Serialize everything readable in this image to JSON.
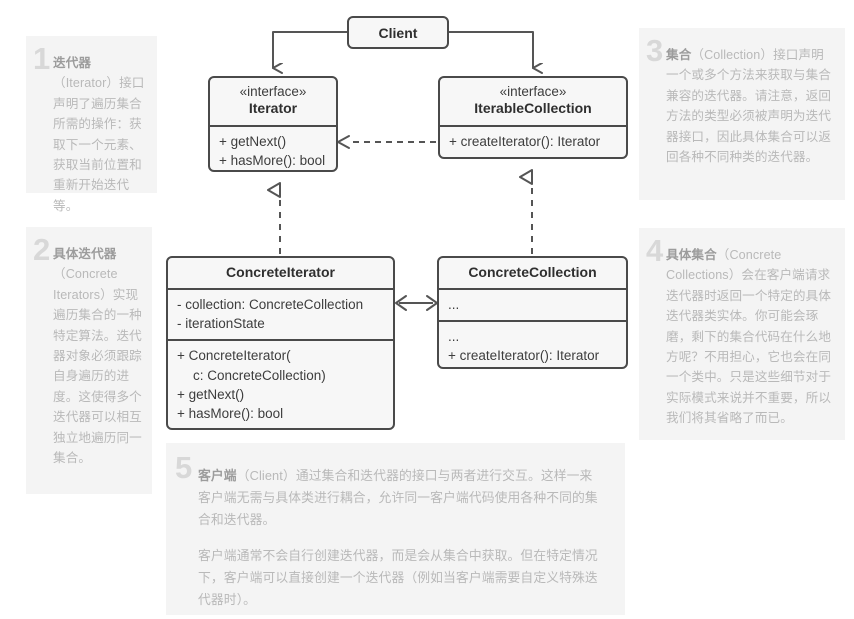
{
  "diagram": {
    "title": "Iterator Design Pattern UML (Chinese annotations)",
    "colors": {
      "box_fill": "#f7f7f7",
      "box_border": "#4a4a4a",
      "note_bg": "#f4f4f4",
      "note_text": "#b9b9b9",
      "note_number": "#d8d8d8",
      "edge": "#555555"
    }
  },
  "boxes": {
    "client": {
      "name": "Client",
      "stereotype": ""
    },
    "iterator": {
      "stereotype": "«interface»",
      "name": "Iterator",
      "methods": [
        "+ getNext()",
        "+ hasMore(): bool"
      ]
    },
    "iterable_collection": {
      "stereotype": "«interface»",
      "name": "IterableCollection",
      "methods": [
        "+ createIterator(): Iterator"
      ]
    },
    "concrete_iterator": {
      "name": "ConcreteIterator",
      "fields": [
        "- collection: ConcreteCollection",
        "- iterationState"
      ],
      "methods": [
        "+ ConcreteIterator(",
        "c: ConcreteCollection)",
        "+ getNext()",
        "+ hasMore(): bool"
      ]
    },
    "concrete_collection": {
      "name": "ConcreteCollection",
      "fields": [
        "..."
      ],
      "methods": [
        "...",
        "+ createIterator(): Iterator"
      ]
    }
  },
  "notes": [
    {
      "number": "1",
      "title": "迭代器",
      "body": "迭代器（Iterator）接口声明了遍历集合所需的操作：获取下一个元素、获取当前位置和重新开始迭代等。",
      "lead": "迭代器",
      "rest": "（Iterator）接口声明了遍历集合所需的操作：获取下一个元素、获取当前位置和重新开始迭代等。"
    },
    {
      "number": "2",
      "title": "具体迭代器",
      "body": "具体迭代器（Concrete Iterators）实现遍历集合的一种特定算法。迭代器对象必须跟踪自身遍历的进度。这使得多个迭代器可以相互独立地遍历同一集合。",
      "lead": "具体迭代器",
      "rest": "（Concrete Iterators）实现遍历集合的一种特定算法。迭代器对象必须跟踪自身遍历的进度。这使得多个迭代器可以相互独立地遍历同一集合。"
    },
    {
      "number": "3",
      "title": "集合",
      "body": "集合（Collection）接口声明一个或多个方法来获取与集合兼容的迭代器。请注意，返回方法的类型必须被声明为迭代器接口，因此具体集合可以返回各种不同种类的迭代器。",
      "lead": "集合",
      "rest": "（Collection）接口声明一个或多个方法来获取与集合兼容的迭代器。请注意，返回方法的类型必须被声明为迭代器接口，因此具体集合可以返回各种不同种类的迭代器。"
    },
    {
      "number": "4",
      "title": "具体集合",
      "body": "具体集合（Concrete Collections）会在客户端请求迭代器时返回一个特定的具体迭代器类实体。你可能会琢磨，剩下的集合代码在什么地方呢？不用担心，它也会在同一个类中。只是这些细节对于实际模式来说并不重要，所以我们将其省略了而已。",
      "lead": "具体集合",
      "rest": "（Concrete Collections）会在客户端请求迭代器时返回一个特定的具体迭代器类实体。你可能会琢磨，剩下的集合代码在什么地方呢？不用担心，它也会在同一个类中。只是这些细节对于实际模式来说并不重要，所以我们将其省略了而已。"
    },
    {
      "number": "5",
      "title": "客户端",
      "lead": "客户端",
      "rest": "（Client）通过集合和迭代器的接口与两者进行交互。这样一来客户端无需与具体类进行耦合，允许同一客户端代码使用各种不同的集合和迭代器。",
      "paragraph2": "客户端通常不会自行创建迭代器，而是会从集合中获取。但在特定情况下，客户端可以直接创建一个迭代器（例如当客户端需要自定义特殊迭代器时）。"
    }
  ],
  "edges": [
    {
      "name": "client-to-iterator",
      "type": "association-arrow",
      "from": "Client",
      "to": "Iterator",
      "style": "solid"
    },
    {
      "name": "client-to-iterable-collection",
      "type": "association-arrow",
      "from": "Client",
      "to": "IterableCollection",
      "style": "solid"
    },
    {
      "name": "iterable-collection-to-iterator",
      "type": "dependency",
      "from": "IterableCollection",
      "to": "Iterator",
      "style": "dashed"
    },
    {
      "name": "concrete-iterator-implements-iterator",
      "type": "realization",
      "from": "ConcreteIterator",
      "to": "Iterator",
      "style": "dashed-hollow-triangle"
    },
    {
      "name": "concrete-collection-implements-iterable-collection",
      "type": "realization",
      "from": "ConcreteCollection",
      "to": "IterableCollection",
      "style": "dashed-hollow-triangle"
    },
    {
      "name": "concrete-iterator-to-concrete-collection",
      "type": "bidirectional-association",
      "from": "ConcreteIterator",
      "to": "ConcreteCollection",
      "style": "solid-double-arrow"
    }
  ]
}
